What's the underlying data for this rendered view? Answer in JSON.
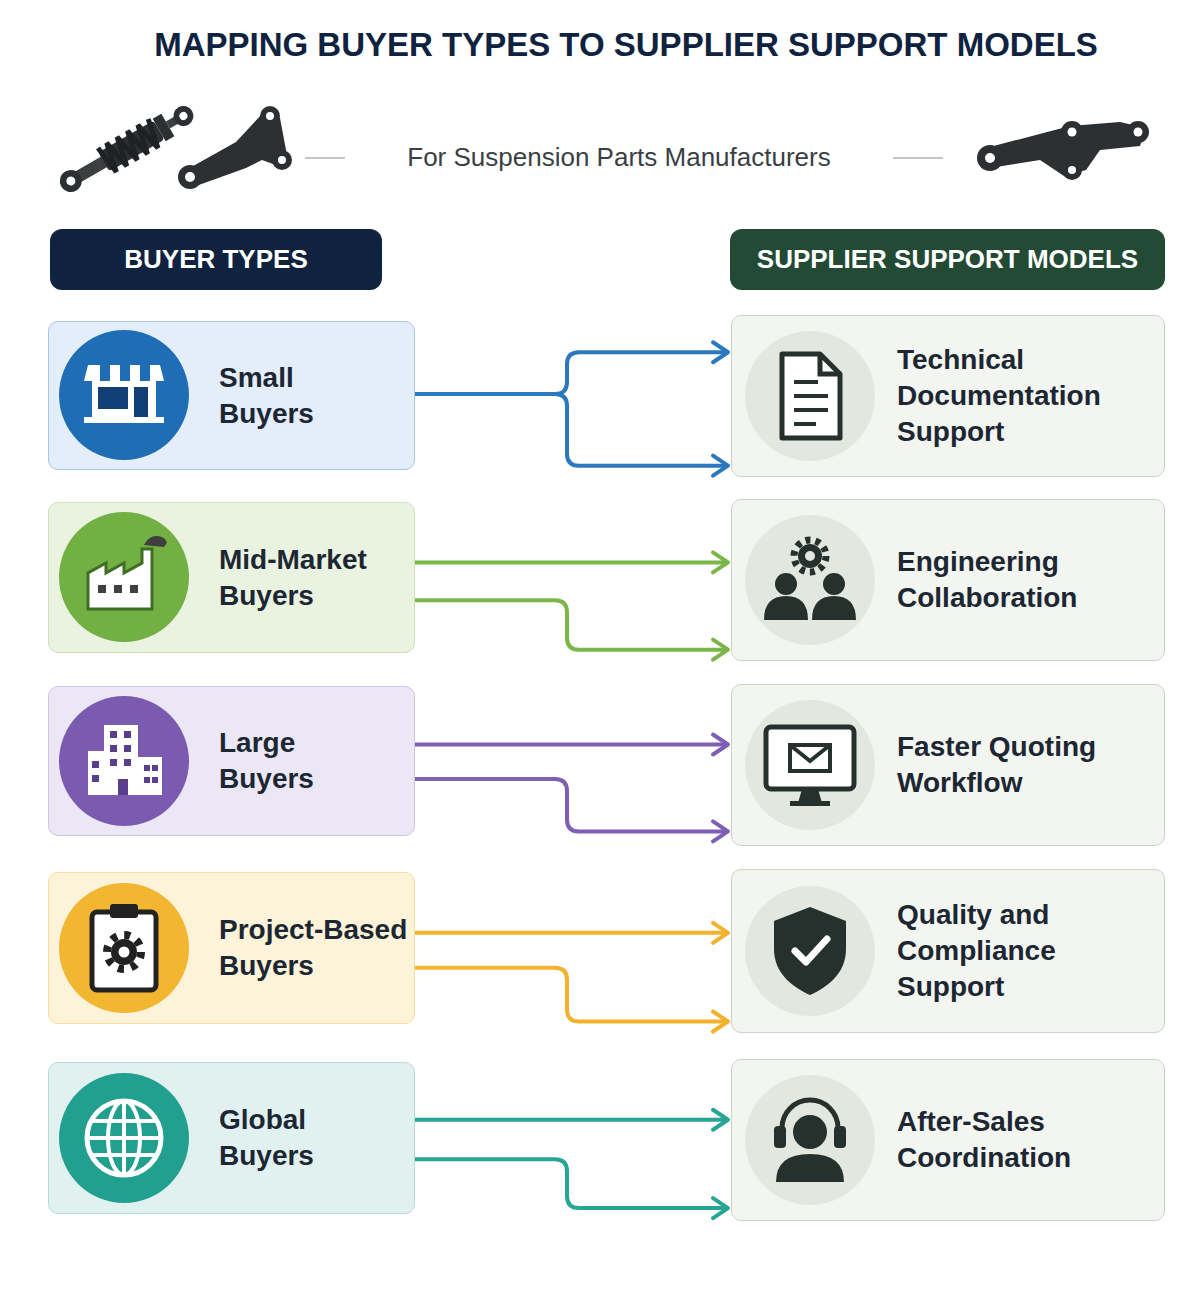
{
  "diagram": {
    "title": "MAPPING BUYER TYPES TO SUPPLIER SUPPORT MODELS",
    "nodes": [
      {
        "text": [
          "BUYER TYPES"
        ]
      },
      {
        "text": [
          "SUPPLIER SUPPORT MODELS"
        ]
      },
      {
        "text": [
          "Small Buyers"
        ]
      },
      {
        "text": [
          "Technical Documentation Support"
        ]
      },
      {
        "text": [
          "Mid-Market Buyers"
        ]
      },
      {
        "text": [
          "Engineering Collaboration"
        ]
      },
      {
        "text": [
          "Large Buyers"
        ]
      },
      {
        "text": [
          "Faster Quoting Workflow"
        ]
      },
      {
        "text": [
          "Project-Based Buyers"
        ]
      },
      {
        "text": [
          "Quality and Compliance Support"
        ]
      },
      {
        "text": [
          "Global Buyers"
        ]
      },
      {
        "text": [
          "After-Sales Coordination"
        ]
      }
    ],
    "edges": [
      {
        "from": 2,
        "to": 3,
        "arrow": "to"
      },
      {
        "from": 2,
        "to": 3,
        "arrow": "to"
      },
      {
        "from": 4,
        "to": 5,
        "arrow": "to"
      },
      {
        "from": 4,
        "to": 5,
        "arrow": "to"
      },
      {
        "from": 6,
        "to": 7,
        "arrow": "to"
      },
      {
        "from": 6,
        "to": 7,
        "arrow": "to"
      },
      {
        "from": 8,
        "to": 9,
        "arrow": "to"
      },
      {
        "from": 8,
        "to": 9,
        "arrow": "to"
      },
      {
        "from": 10,
        "to": 11,
        "arrow": "to"
      },
      {
        "from": 10,
        "to": 11,
        "arrow": "to"
      }
    ],
    "labels": [
      "For Suspension Parts Manufacturers"
    ]
  }
}
